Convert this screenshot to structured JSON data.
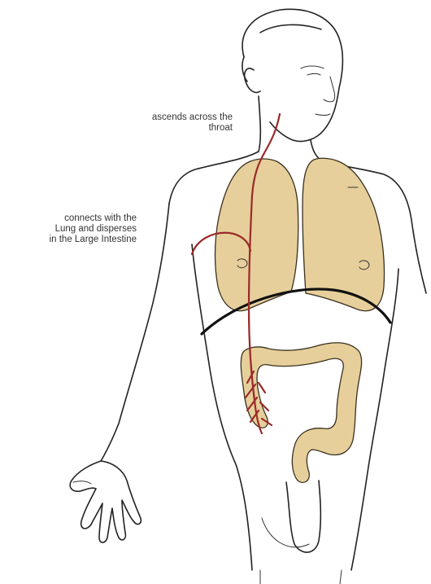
{
  "colors": {
    "organ_fill": "#e6cf9a",
    "channel": "#9b2a2a",
    "outline": "#222222",
    "background": "#ffffff"
  },
  "labels": {
    "throat": [
      "ascends across the",
      "throat"
    ],
    "lung": [
      "connects with the",
      "Lung and disperses",
      "in the Large Intestine"
    ]
  },
  "parts": [
    "head",
    "torso",
    "lungs",
    "diaphragm",
    "large-intestine",
    "channel",
    "hand"
  ]
}
